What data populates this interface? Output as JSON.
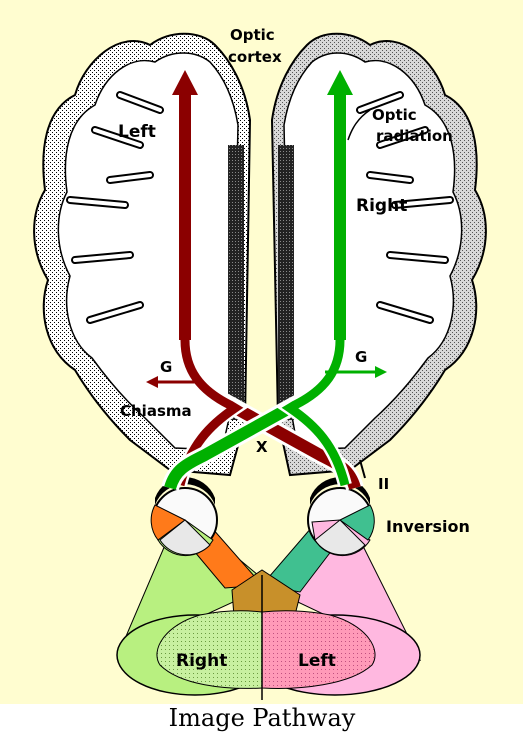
{
  "diagram": {
    "labels": {
      "optic_cortex_line1": "Optic",
      "optic_cortex_line2": "cortex",
      "left": "Left",
      "optic_radiation_line1": "Optic",
      "optic_radiation_line2": "radiation",
      "right": "Right",
      "g_left": "G",
      "g_right": "G",
      "chiasma": "Chiasma",
      "x": "X",
      "ii": "II",
      "inversion": "Inversion",
      "field_right": "Right",
      "field_left": "Left"
    },
    "caption": "Image Pathway",
    "colors": {
      "background": "#fffdd0",
      "left_pathway": "#8b0000",
      "right_pathway": "#00b000",
      "brain_outline": "#000000",
      "right_field": "#b8f080",
      "left_field": "#ff99cc",
      "overlap": "#c8902a",
      "orange_cone": "#ff7a1a",
      "teal_cone": "#40c090"
    }
  }
}
